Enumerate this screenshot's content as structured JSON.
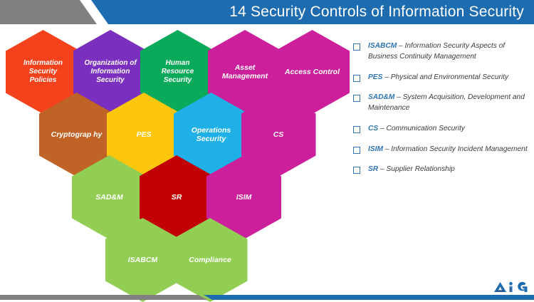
{
  "header": {
    "title": "14 Security Controls of Information Security",
    "grey_color": "#808080",
    "blue_color": "#1d6cb0",
    "title_color": "#ffffff"
  },
  "hexagons": [
    {
      "label": "Information Security Policies",
      "color": "#f4421c",
      "row": 1,
      "col": 1
    },
    {
      "label": "Organization of Information Security",
      "color": "#7a2fbe",
      "row": 1,
      "col": 2
    },
    {
      "label": "Human Resource Security",
      "color": "#0ba95a",
      "row": 1,
      "col": 3
    },
    {
      "label": "Asset Management",
      "color": "#cc1f9b",
      "row": 1,
      "col": 4
    },
    {
      "label": "Access Control",
      "color": "#cc1f9b",
      "row": 1,
      "col": 5
    },
    {
      "label": "Cryptograp hy",
      "color": "#bf6326",
      "row": 2,
      "col": 1
    },
    {
      "label": "PES",
      "color": "#fcc60d",
      "row": 2,
      "col": 2
    },
    {
      "label": "Operations Security",
      "color": "#20b0e8",
      "row": 2,
      "col": 3
    },
    {
      "label": "CS",
      "color": "#cc1f9b",
      "row": 2,
      "col": 4
    },
    {
      "label": "SAD&M",
      "color": "#92ce53",
      "row": 3,
      "col": 1
    },
    {
      "label": "SR",
      "color": "#c10105",
      "row": 3,
      "col": 2
    },
    {
      "label": "ISIM",
      "color": "#cc1f9b",
      "row": 3,
      "col": 3
    },
    {
      "label": "ISABCM",
      "color": "#92ce53",
      "row": 4,
      "col": 1
    },
    {
      "label": "Compliance",
      "color": "#92ce53",
      "row": 4,
      "col": 2
    }
  ],
  "legend": {
    "accent_color": "#2e74b5",
    "items": [
      {
        "abbr": "ISABCM",
        "dash": " – ",
        "text": "Information Security Aspects of Business Continuity Management"
      },
      {
        "abbr": "PES",
        "dash": " – ",
        "text": "Physical and Environmental Security"
      },
      {
        "abbr": "SAD&M",
        "dash": " – ",
        "text": "System Acquisition, Development and Maintenance"
      },
      {
        "abbr": "CS",
        "dash": " – ",
        "text": "Communication Security"
      },
      {
        "abbr": "ISIM",
        "dash": " – ",
        "text": "Information Security Incident Management"
      },
      {
        "abbr": "SR",
        "dash": " – ",
        "text": "Supplier Relationship"
      }
    ]
  },
  "footer": {
    "logo_text_left": "A",
    "logo_text_right": "G",
    "logo_color": "#1d6cb0",
    "grey_color": "#808080",
    "blue_color": "#1d6cb0"
  }
}
